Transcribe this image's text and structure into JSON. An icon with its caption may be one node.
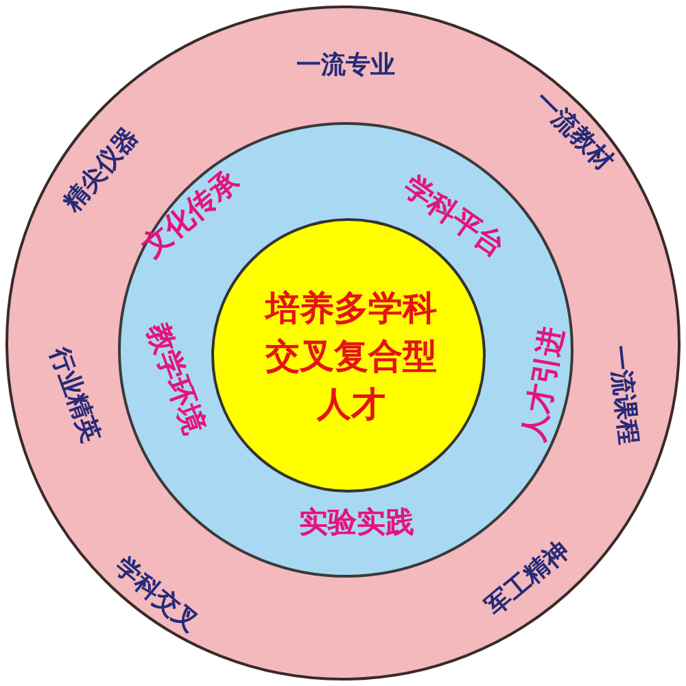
{
  "diagram": {
    "nodes": [
      {
        "text": [
          "一流专业",
          "一流教材",
          "一流课程",
          "军工精神",
          "学科交叉",
          "行业精英",
          "精尖仪器"
        ]
      },
      {
        "text": [
          "学科平台",
          "人才引进",
          "实验实践",
          "教学环境",
          "文化传承"
        ],
        "in": 0
      },
      {
        "text": [
          "培养多学科交叉复合型人才"
        ],
        "in": 1
      }
    ]
  }
}
